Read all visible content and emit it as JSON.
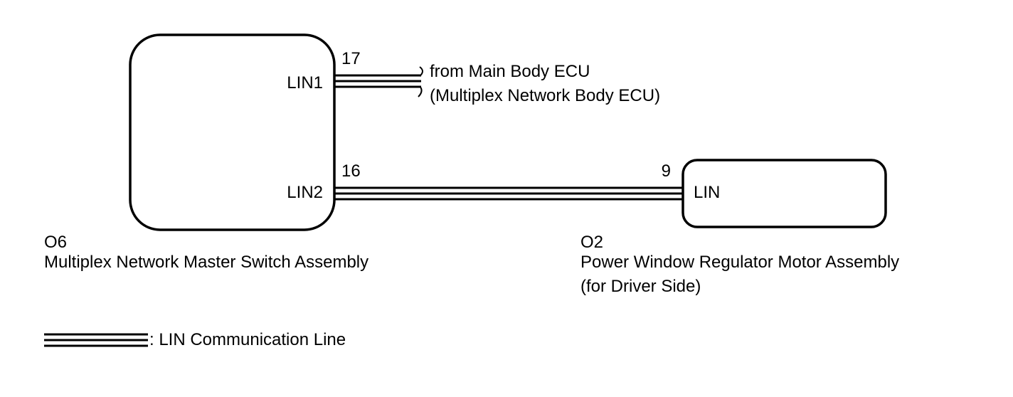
{
  "master_switch": {
    "connector": "O6",
    "name": "Multiplex Network Master Switch Assembly",
    "pins": [
      {
        "number": "17",
        "label": "LIN1"
      },
      {
        "number": "16",
        "label": "LIN2"
      }
    ]
  },
  "motor": {
    "connector": "O2",
    "name": "Power Window Regulator Motor Assembly",
    "qualifier": "(for Driver Side)",
    "pin": {
      "number": "9",
      "label": "LIN"
    }
  },
  "external": {
    "line1": "from Main Body ECU",
    "line2": "(Multiplex Network Body ECU)"
  },
  "legend": {
    "text": ": LIN Communication Line"
  },
  "colors": {
    "line": "#000000",
    "background": "#ffffff"
  }
}
